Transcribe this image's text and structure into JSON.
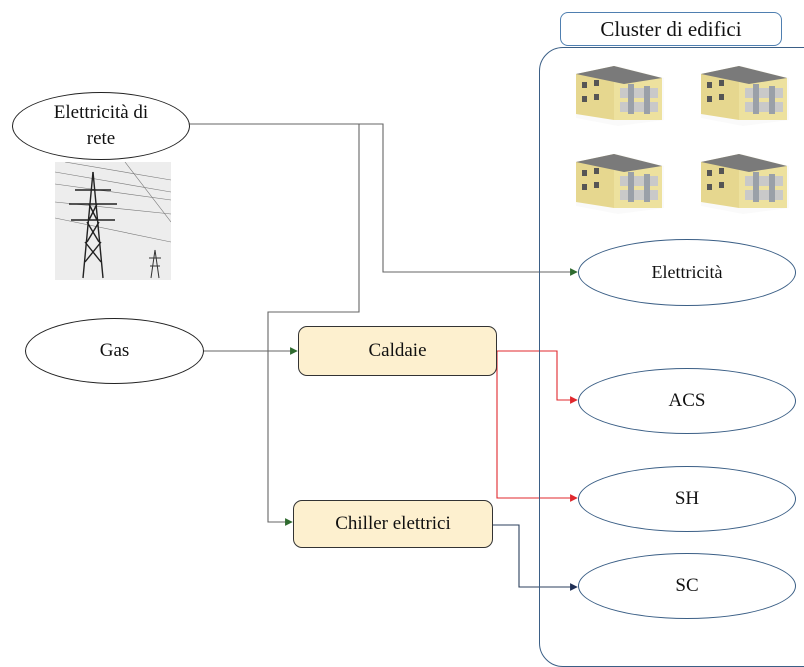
{
  "cluster": {
    "title": "Cluster di edifici"
  },
  "sources": {
    "grid": "Elettricità di rete",
    "gas": "Gas"
  },
  "converters": {
    "boiler": "Caldaie",
    "chiller": "Chiller elettrici"
  },
  "demands": {
    "electricity": "Elettricità",
    "acs": "ACS",
    "sh": "SH",
    "sc": "SC"
  },
  "images": {
    "pylon": "power-pylon-photo",
    "buildings": "apartment-building-render"
  },
  "colors": {
    "ellipse_border": "#3b5f86",
    "converter_fill": "#fdf0cf",
    "heat_line": "#e0282d",
    "grid_line": "#555555",
    "cooling_line": "#2b3f5c",
    "elec_arrow": "#2f6b2f"
  }
}
